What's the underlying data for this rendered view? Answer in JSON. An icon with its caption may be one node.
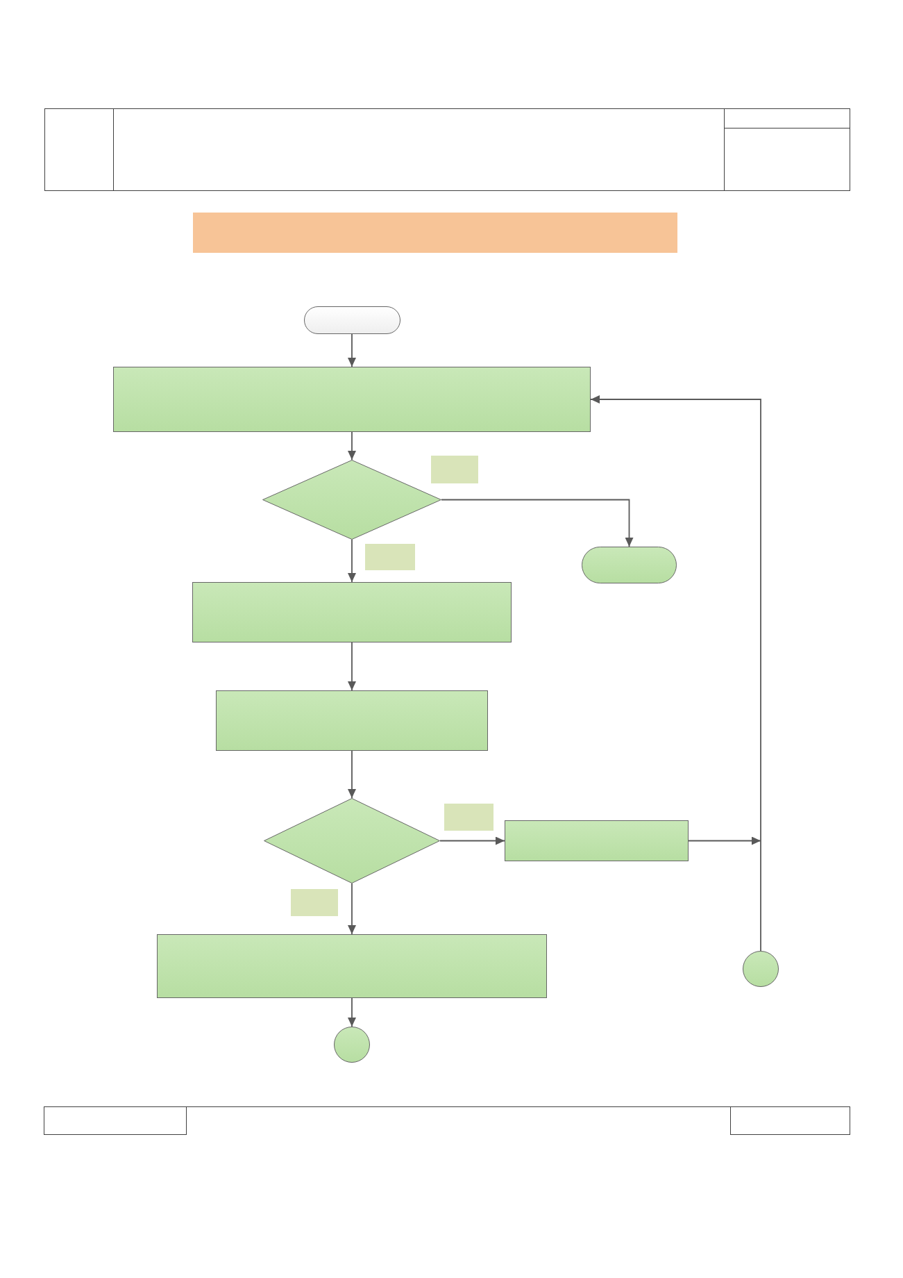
{
  "diagram": {
    "nodes": [
      {
        "text": [],
        "shape": "bar"
      },
      {
        "text": [],
        "shape": "pill"
      },
      {
        "text": [],
        "shape": "box"
      },
      {
        "text": [],
        "shape": "diamond"
      },
      {
        "text": [],
        "shape": "pill"
      },
      {
        "text": [],
        "shape": "box"
      },
      {
        "text": [],
        "shape": "box"
      },
      {
        "text": [],
        "shape": "diamond"
      },
      {
        "text": [],
        "shape": "box"
      },
      {
        "text": [],
        "shape": "box"
      },
      {
        "text": [],
        "shape": "circle"
      },
      {
        "text": [],
        "shape": "circle"
      }
    ],
    "edges": [
      {
        "from": 1,
        "to": 2,
        "arrow": "to"
      },
      {
        "from": 2,
        "to": 3,
        "arrow": "to"
      },
      {
        "from": 3,
        "to": 4,
        "arrow": "to"
      },
      {
        "from": 3,
        "to": 5,
        "arrow": "to"
      },
      {
        "from": 5,
        "to": 6,
        "arrow": "to"
      },
      {
        "from": 6,
        "to": 7,
        "arrow": "to"
      },
      {
        "from": 7,
        "to": 8,
        "arrow": "to"
      },
      {
        "from": 7,
        "to": 9,
        "arrow": "to"
      },
      {
        "from": 9,
        "to": 10,
        "arrow": "to"
      },
      {
        "from": 8,
        "to": 2,
        "arrow": "to"
      },
      {
        "from": 11,
        "to": 2,
        "arrow": "to"
      }
    ]
  }
}
